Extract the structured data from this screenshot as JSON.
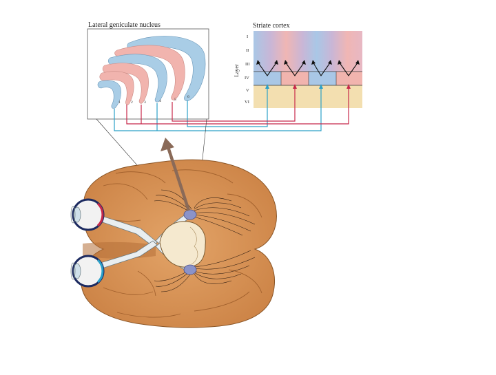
{
  "lgn_panel": {
    "title": "Lateral geniculate nucleus",
    "layer_numbers": [
      "1",
      "2",
      "3",
      "4",
      "5",
      "6"
    ]
  },
  "cortex_panel": {
    "title": "Striate cortex",
    "axis_label": "Layer",
    "layers": [
      "I",
      "II",
      "III",
      "IV",
      "V",
      "VI"
    ]
  },
  "colors": {
    "ipsilateral_eye_pathway": "#2aa0c8",
    "contralateral_eye_pathway": "#c8284a",
    "brain_tissue": "#d9955a",
    "lgn_blue_layer": "#a9cde6",
    "lgn_pink_layer": "#f1b4ae",
    "cortex_layer_v_vi": "#f3dfb0"
  }
}
